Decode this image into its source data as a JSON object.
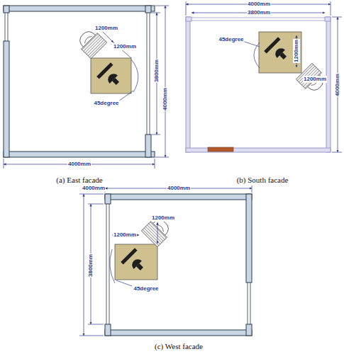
{
  "diagram": {
    "labels": [
      "1200mm",
      "1200mm",
      "45degree",
      "3800mm",
      "4000mm",
      "4000mm",
      "(a) East facade",
      "4000mm",
      "3800mm",
      "45degree",
      "1200mm",
      "1200mm",
      "4000mm",
      "(b) South facade",
      "4000mm",
      "4000mm",
      "1200mm",
      "1200mm",
      "3800mm",
      "45degree",
      "(c) West facade"
    ]
  }
}
